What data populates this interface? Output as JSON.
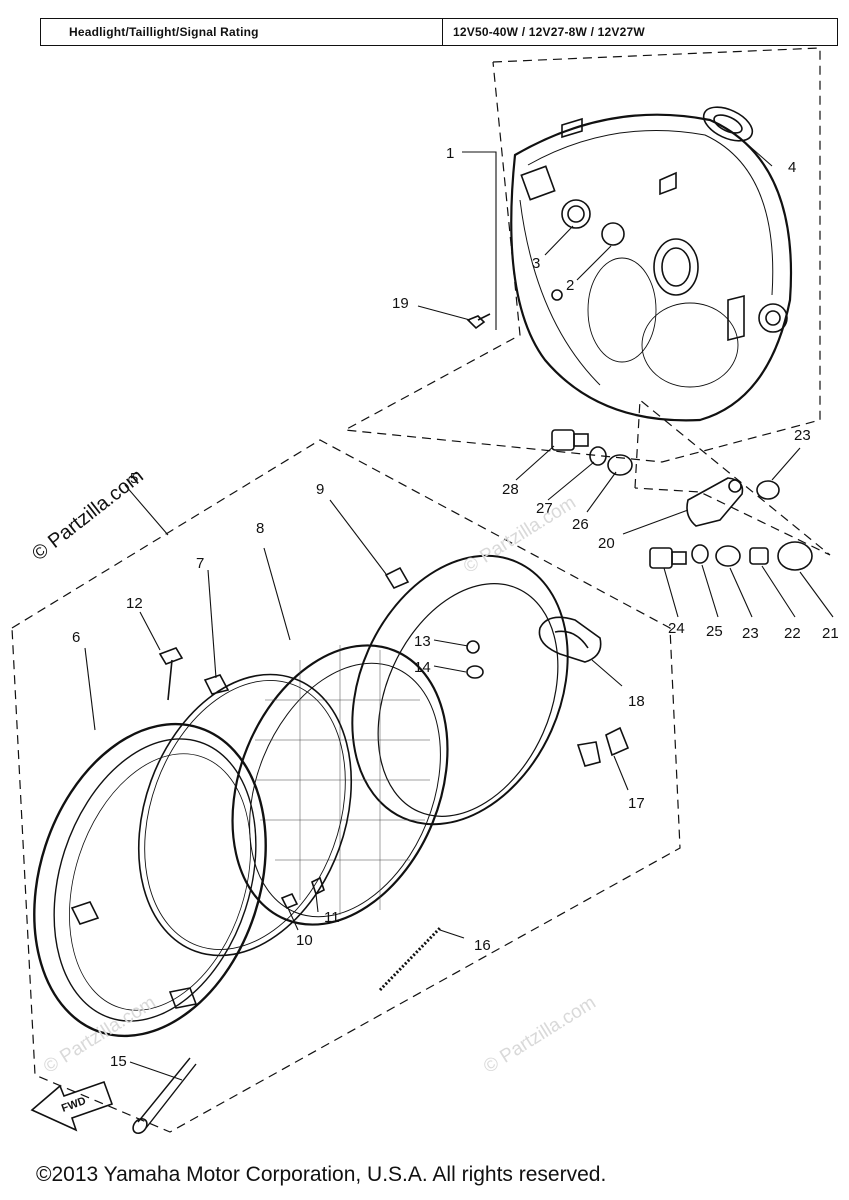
{
  "rating_table": {
    "label": "Headlight/Taillight/Signal Rating",
    "value": "12V50-40W / 12V27-8W / 12V27W"
  },
  "watermarks": {
    "main": "© Partzilla.com",
    "faint": "© Partzilla.com"
  },
  "fwd_label": "FWD",
  "part_numbers": [
    "1",
    "2",
    "3",
    "4",
    "5",
    "6",
    "7",
    "8",
    "9",
    "10",
    "11",
    "12",
    "13",
    "14",
    "15",
    "16",
    "17",
    "18",
    "19",
    "20",
    "21",
    "22",
    "23",
    "23",
    "24",
    "25",
    "26",
    "27",
    "28"
  ],
  "copyright": "©2013 Yamaha Motor Corporation, U.S.A. All rights reserved."
}
